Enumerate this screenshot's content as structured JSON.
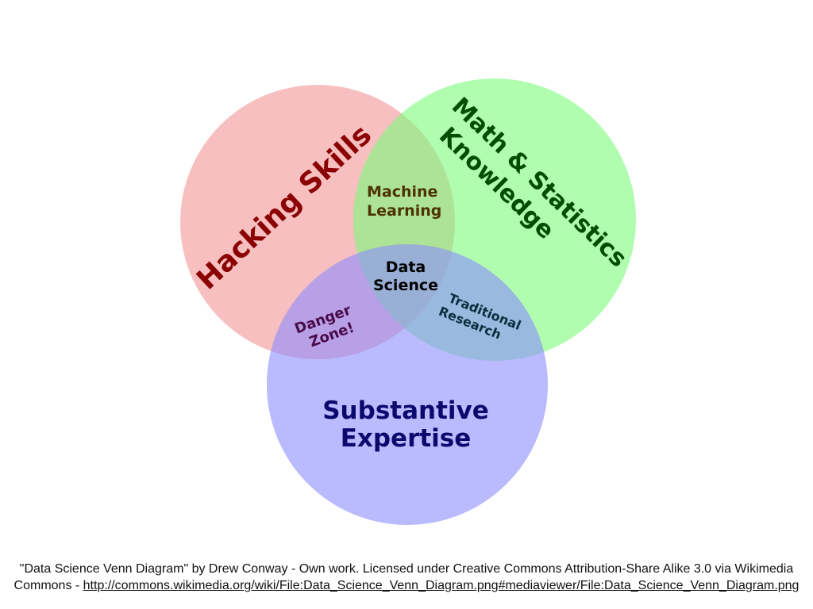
{
  "sets": [
    {
      "id": "hacking",
      "label": "Hacking Skills",
      "fill": "#f08080",
      "text_color": "#8b0000"
    },
    {
      "id": "math",
      "label_lines": [
        "Math & Statistics",
        "Knowledge"
      ],
      "fill": "#7cfc7c",
      "text_color": "#004d00"
    },
    {
      "id": "substantive",
      "label_lines": [
        "Substantive",
        "Expertise"
      ],
      "fill": "#8c8cff",
      "text_color": "#0a0a6e"
    }
  ],
  "intersections": {
    "machine_learning": {
      "lines": [
        "Machine",
        "Learning"
      ],
      "color": "#4d3300"
    },
    "data_science": {
      "lines": [
        "Data",
        "Science"
      ],
      "color": "#000000"
    },
    "danger_zone": {
      "lines": [
        "Danger",
        "Zone!"
      ],
      "color": "#4a0a4a"
    },
    "traditional_research": {
      "lines": [
        "Traditional",
        "Research"
      ],
      "color": "#0a2e3d"
    }
  },
  "caption": {
    "text": "\"Data Science Venn Diagram\" by Drew Conway - Own work. Licensed under Creative Commons Attribution-Share Alike 3.0 via Wikimedia Commons - ",
    "link": "http://commons.wikimedia.org/wiki/File:Data_Science_Venn_Diagram.png#mediaviewer/File:Data_Science_Venn_Diagram.png"
  }
}
